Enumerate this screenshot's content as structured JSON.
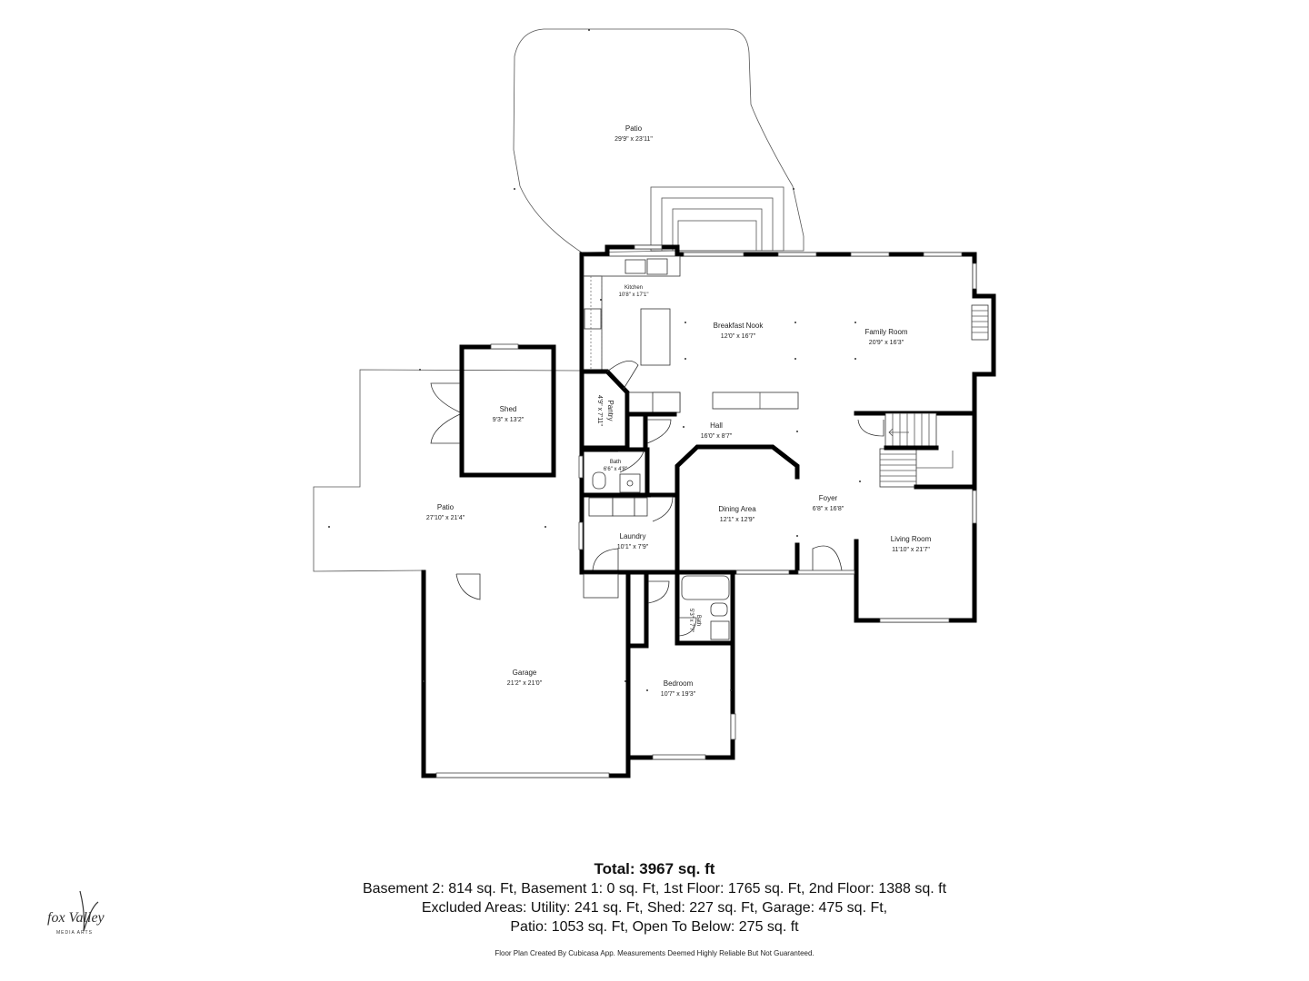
{
  "rooms": {
    "patio_top": {
      "name": "Patio",
      "dims": "29'9\" x 23'11\""
    },
    "kitchen": {
      "name": "Kitchen",
      "dims": "10'8\" x 17'1\""
    },
    "breakfast_nook": {
      "name": "Breakfast Nook",
      "dims": "12'0\" x 16'7\""
    },
    "family_room": {
      "name": "Family Room",
      "dims": "20'9\" x 16'3\""
    },
    "shed": {
      "name": "Shed",
      "dims": "9'3\" x 13'2\""
    },
    "pantry": {
      "name": "Pantry",
      "dims": "4'9\" x 7'11\""
    },
    "hall": {
      "name": "Hall",
      "dims": "16'0\" x 8'7\""
    },
    "bath_upper": {
      "name": "Bath",
      "dims": "6'6\" x 4'8\""
    },
    "patio_left": {
      "name": "Patio",
      "dims": "27'10\" x 21'4\""
    },
    "dining_area": {
      "name": "Dining Area",
      "dims": "12'1\" x 12'9\""
    },
    "foyer": {
      "name": "Foyer",
      "dims": "6'8\" x 16'8\""
    },
    "living_room": {
      "name": "Living Room",
      "dims": "11'10\" x 21'7\""
    },
    "laundry": {
      "name": "Laundry",
      "dims": "10'1\" x 7'9\""
    },
    "bath_lower": {
      "name": "Bath",
      "dims": "5'3\" x 7'7\""
    },
    "garage": {
      "name": "Garage",
      "dims": "21'2\" x 21'0\""
    },
    "bedroom": {
      "name": "Bedroom",
      "dims": "10'7\" x 19'3\""
    }
  },
  "summary": {
    "total": "Total: 3967 sq. ft",
    "line1": "Basement 2: 814 sq. Ft, Basement 1: 0 sq. Ft, 1st Floor: 1765 sq. Ft, 2nd Floor: 1388 sq. ft",
    "line2": "Excluded Areas: Utility: 241 sq. Ft, Shed: 227 sq. Ft, Garage: 475 sq. Ft,",
    "line3": "Patio: 1053 sq. Ft, Open To Below: 275 sq. ft"
  },
  "credit": "Floor Plan Created By Cubicasa App. Measurements Deemed Highly Reliable But Not Guaranteed.",
  "logo": {
    "line1": "fox Valley",
    "line2": "MEDIA ARTS"
  }
}
